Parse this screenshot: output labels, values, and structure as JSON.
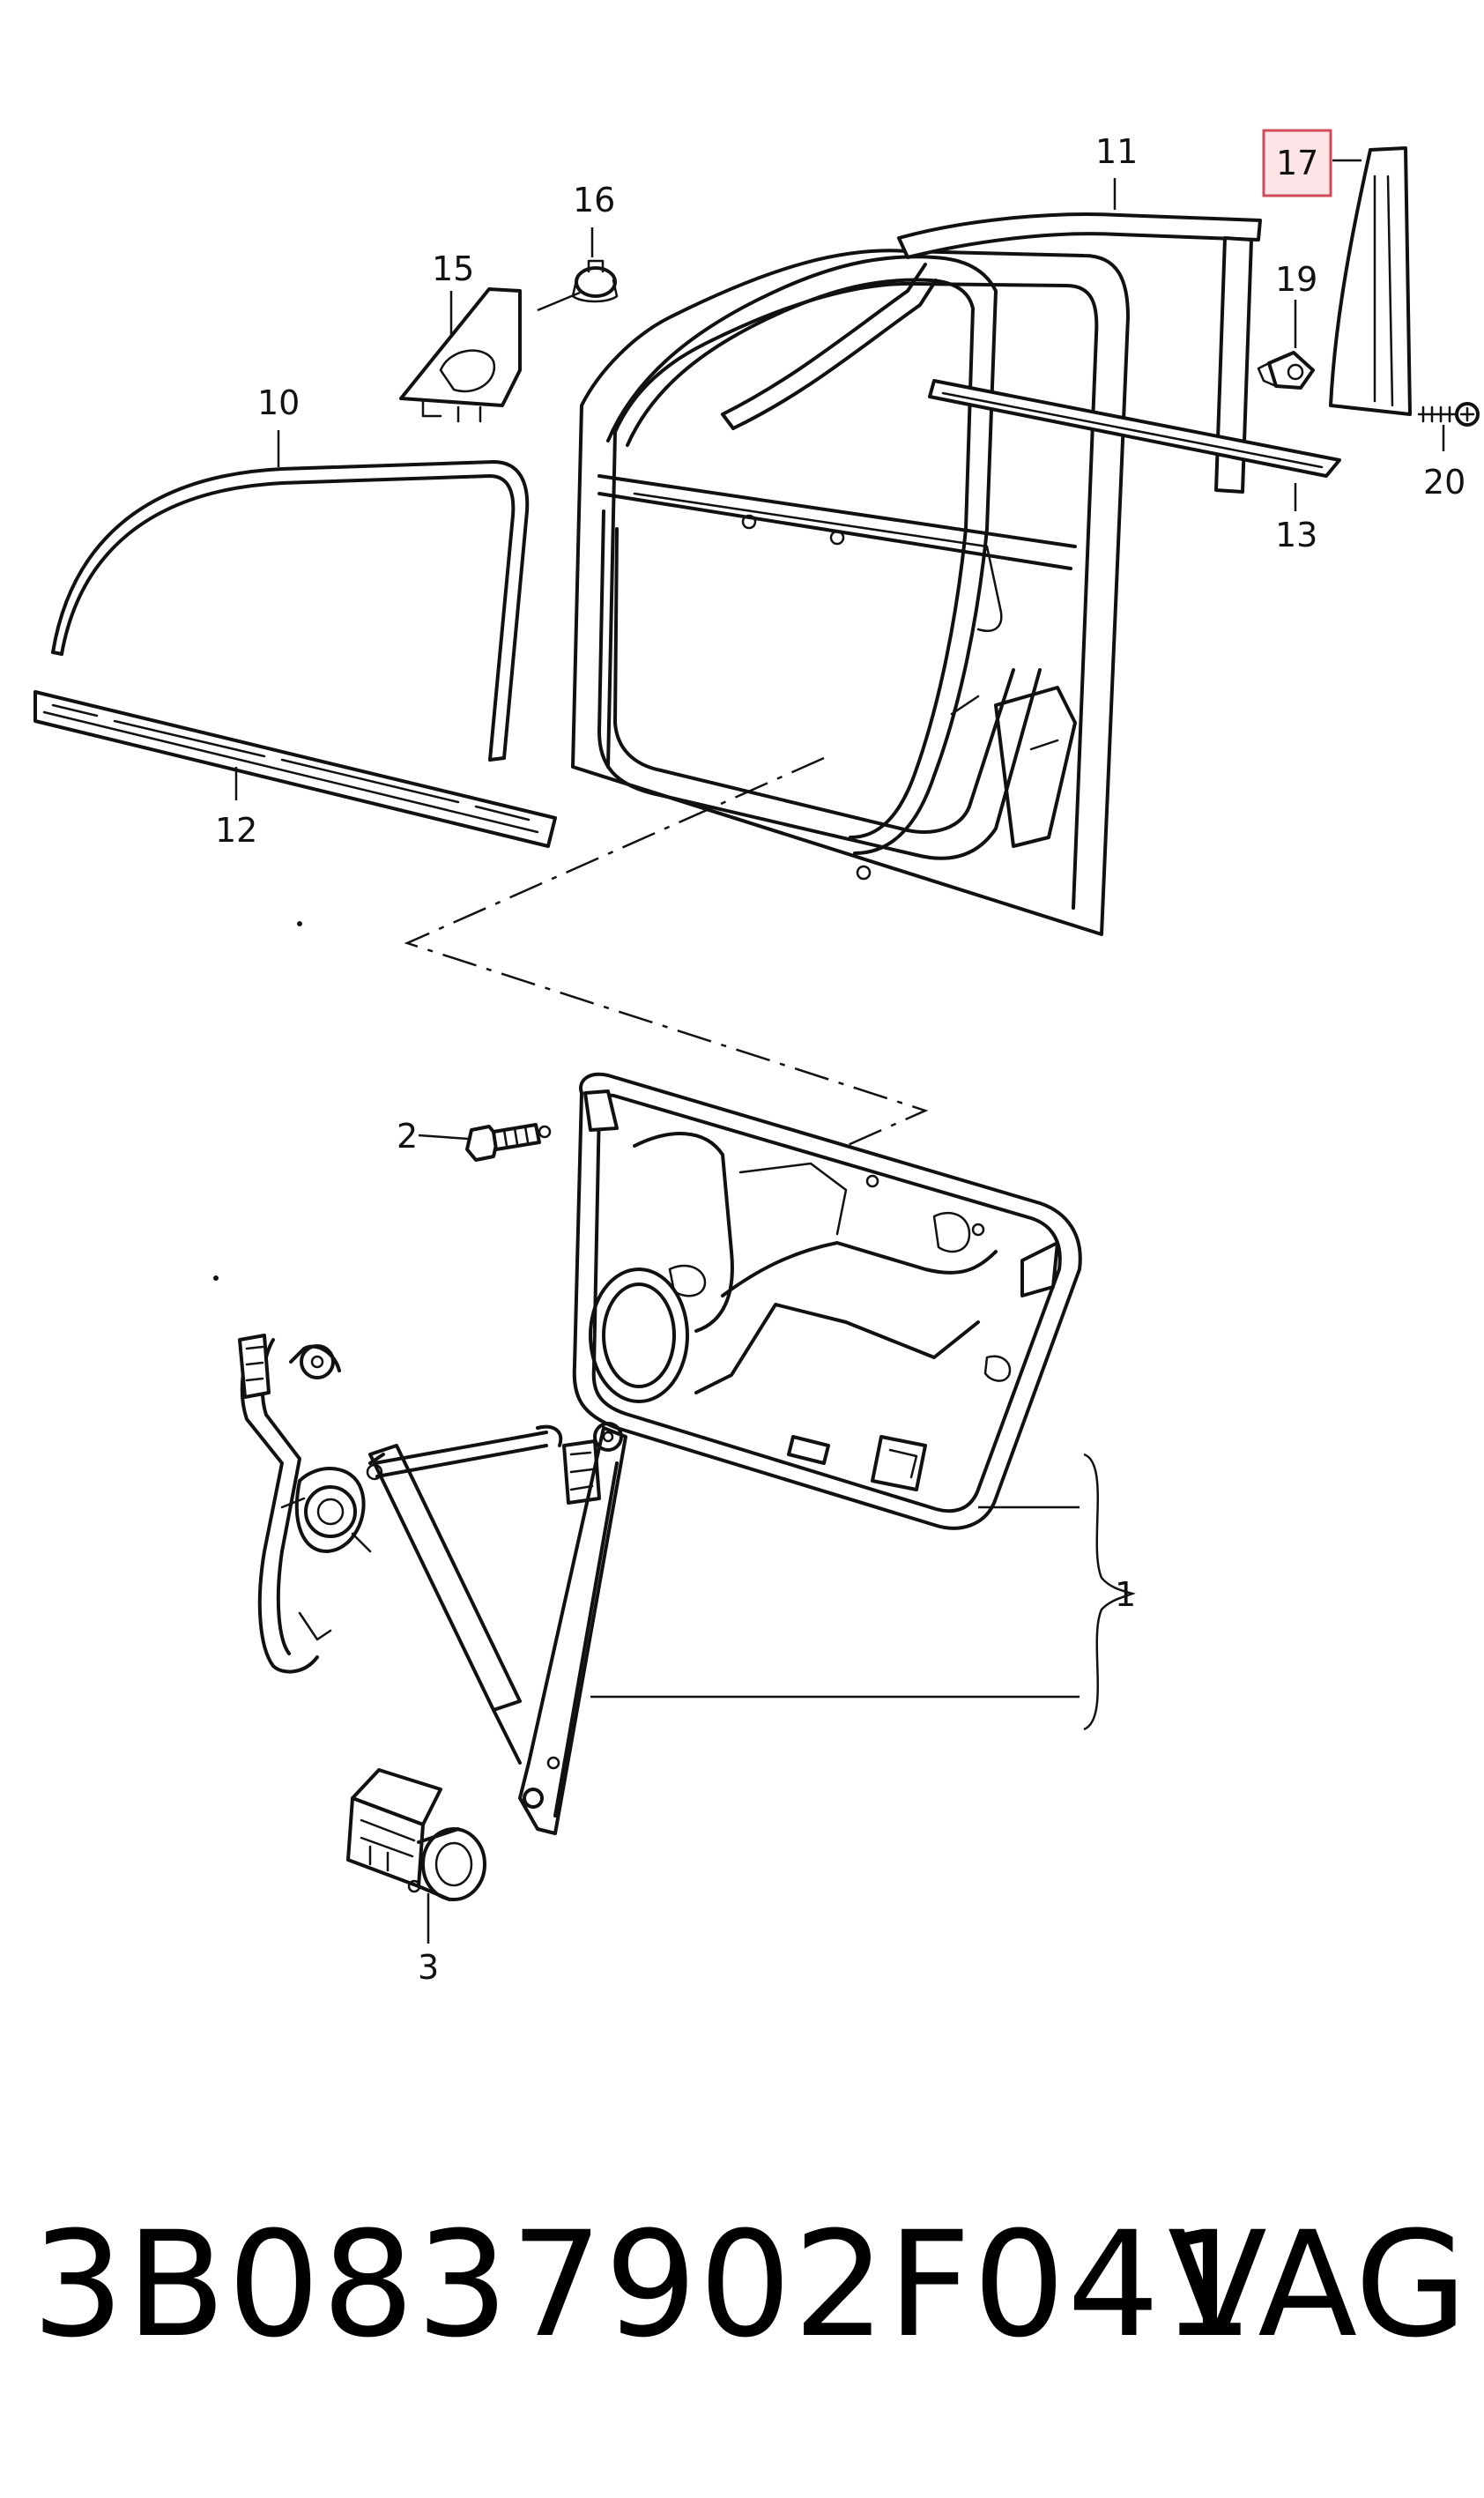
{
  "diagram": {
    "callouts": {
      "c1": "1",
      "c2": "2",
      "c3": "3",
      "c10": "10",
      "c11": "11",
      "c12": "12",
      "c13": "13",
      "c15": "15",
      "c16": "16",
      "c17": "17",
      "c19": "19",
      "c20": "20"
    },
    "highlighted_callout": "17",
    "highlight_color": "#fde4e6"
  },
  "footer": {
    "part_number": "3B0837902F041",
    "brand": "VAG"
  }
}
